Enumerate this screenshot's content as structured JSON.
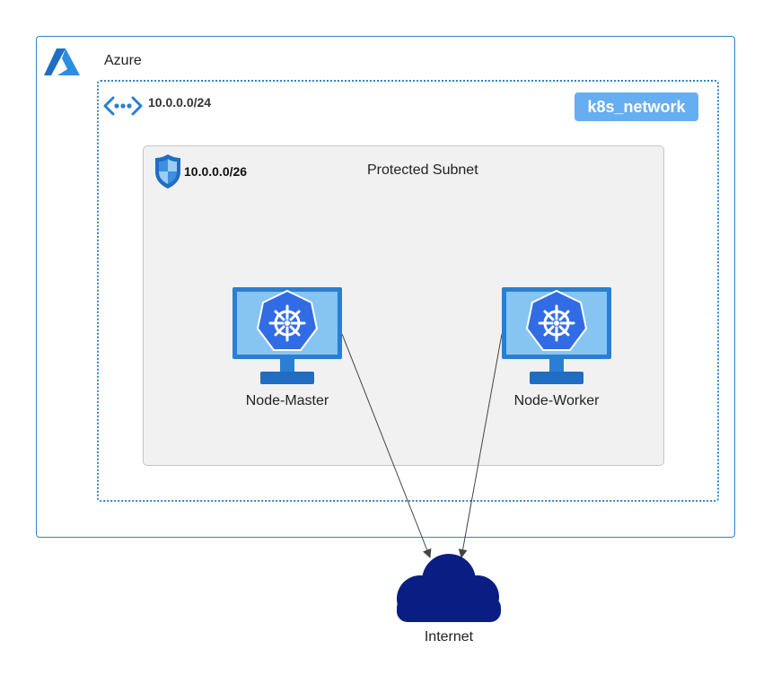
{
  "azure": {
    "label": "Azure"
  },
  "vnet": {
    "cidr": "10.0.0.0/24"
  },
  "network_badge": {
    "label": "k8s_network"
  },
  "subnet": {
    "cidr": "10.0.0.0/26",
    "title": "Protected Subnet"
  },
  "nodes": [
    {
      "label": "Node-Master",
      "icon": "kubernetes-vm-icon"
    },
    {
      "label": "Node-Worker",
      "icon": "kubernetes-vm-icon"
    }
  ],
  "internet": {
    "label": "Internet",
    "icon": "cloud-icon"
  },
  "colors": {
    "azure_border": "#3a7fc6",
    "vnet_border": "#2f84c8",
    "badge_bg": "#67aef0",
    "subnet_bg": "#f1f1f1",
    "k8s_blue": "#326ce5",
    "monitor_blue": "#2a7fd4",
    "cloud": "#0a1d82",
    "edge": "#444444"
  }
}
